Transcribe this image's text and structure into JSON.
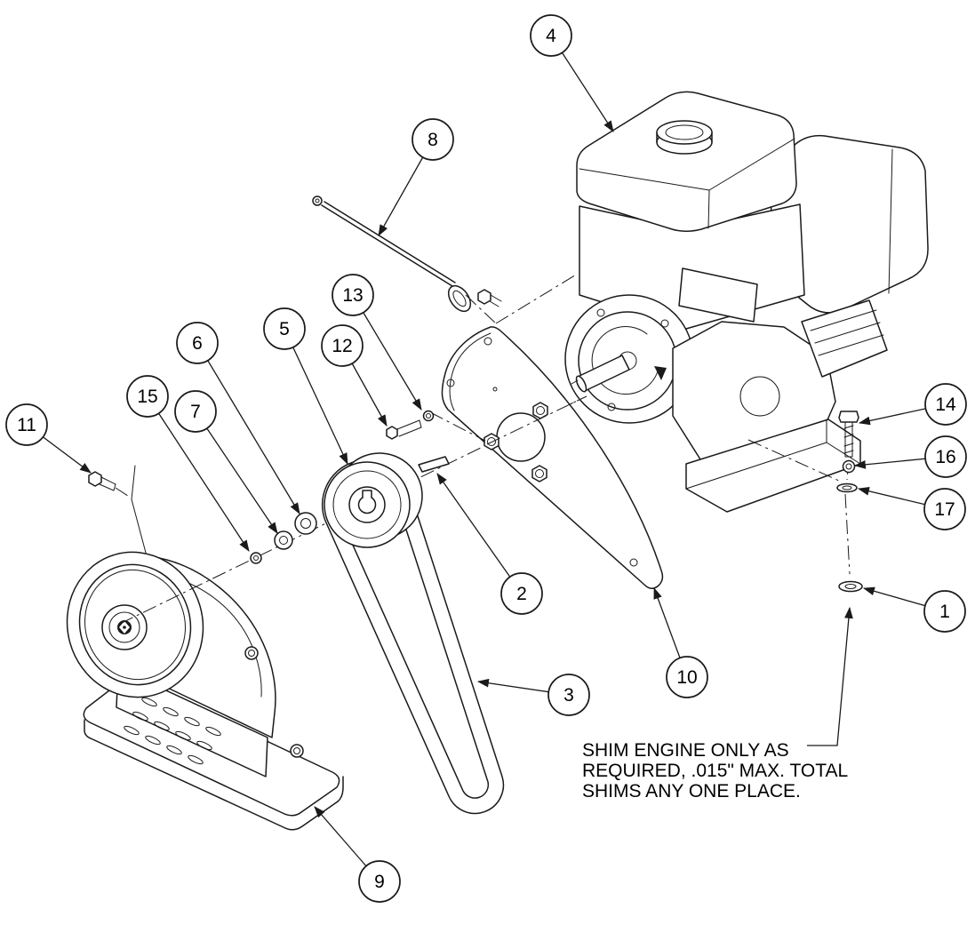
{
  "figure": {
    "type": "exploded-parts-diagram",
    "background_color": "#ffffff",
    "line_color": "#1a1a1a"
  },
  "note": {
    "lines": [
      "SHIM ENGINE ONLY AS",
      "REQUIRED, .015\" MAX. TOTAL",
      "SHIMS ANY ONE PLACE."
    ]
  },
  "callouts": {
    "c1": "1",
    "c2": "2",
    "c3": "3",
    "c4": "4",
    "c5": "5",
    "c6": "6",
    "c7": "7",
    "c8": "8",
    "c9": "9",
    "c10": "10",
    "c11": "11",
    "c12": "12",
    "c13": "13",
    "c14": "14",
    "c15": "15",
    "c16": "16",
    "c17": "17"
  }
}
